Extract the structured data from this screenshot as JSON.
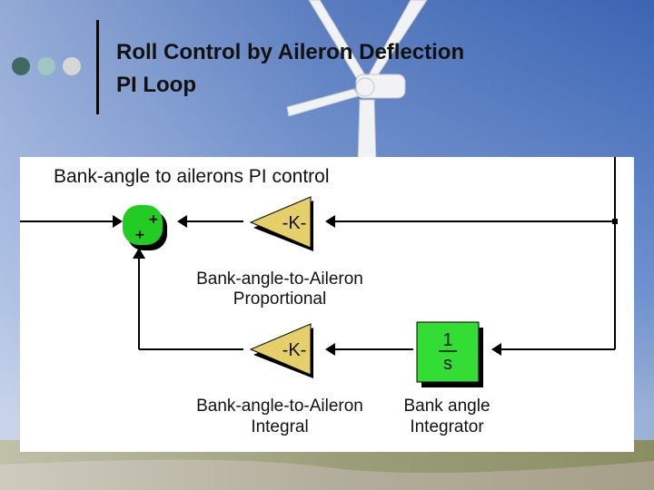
{
  "slide": {
    "title_line1": "Roll Control by Aileron Deflection",
    "title_line2": "PI Loop"
  },
  "diagram": {
    "heading": "Bank-angle to ailerons PI control",
    "gain_prop": {
      "symbol": "-K-",
      "label_line1": "Bank-angle-to-Aileron",
      "label_line2": "Proportional"
    },
    "gain_int": {
      "symbol": "-K-",
      "label_line1": "Bank-angle-to-Aileron",
      "label_line2": "Integral"
    },
    "integrator": {
      "numerator": "1",
      "denominator": "s",
      "label_line1": "Bank angle",
      "label_line2": "Integrator"
    },
    "sum_signs": {
      "top": "+",
      "left": "+"
    }
  },
  "colors": {
    "gain_fill": "#e4cf6a",
    "integrator_fill": "#33dd33",
    "sum_fill": "#22cc22",
    "dot1": "#3f6a64",
    "dot2": "#9fc6c2",
    "dot3": "#d6d6d6"
  }
}
